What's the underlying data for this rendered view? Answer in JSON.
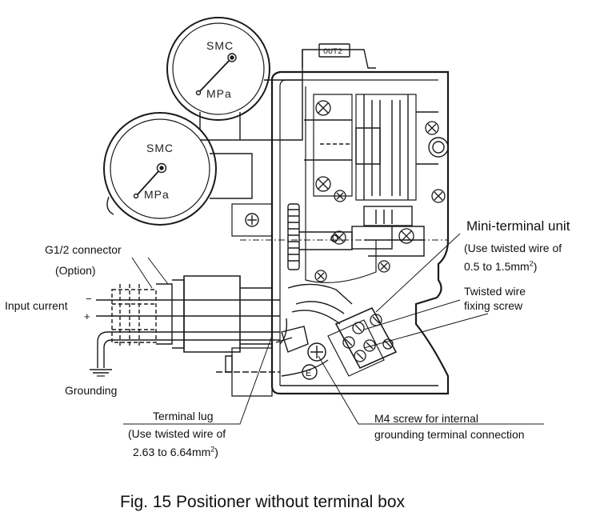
{
  "gauges": [
    {
      "brand": "SMC",
      "unit": "MPa"
    },
    {
      "brand": "SMC",
      "unit": "MPa"
    }
  ],
  "port_label": "OUT2",
  "labels": {
    "g12_connector": "G1/2 connector",
    "option": "(Option)",
    "input_current": "Input current",
    "grounding": "Grounding",
    "mini_terminal_unit": "Mini-terminal unit",
    "mini_terminal_spec_1": "(Use twisted wire of",
    "mini_terminal_spec_2": "0.5 to 1.5mm",
    "twisted_wire_1": "Twisted wire",
    "twisted_wire_2": "fixing screw",
    "terminal_lug": "Terminal lug",
    "terminal_lug_spec_1": "(Use twisted wire of",
    "terminal_lug_spec_2": "2.63 to 6.64mm",
    "m4_screw_1": "M4 screw for internal",
    "m4_screw_2": "grounding terminal connection",
    "sup_2": "2",
    "paren_close": ")",
    "earth_mark": "E"
  },
  "caption": "Fig. 15 Positioner without terminal box"
}
